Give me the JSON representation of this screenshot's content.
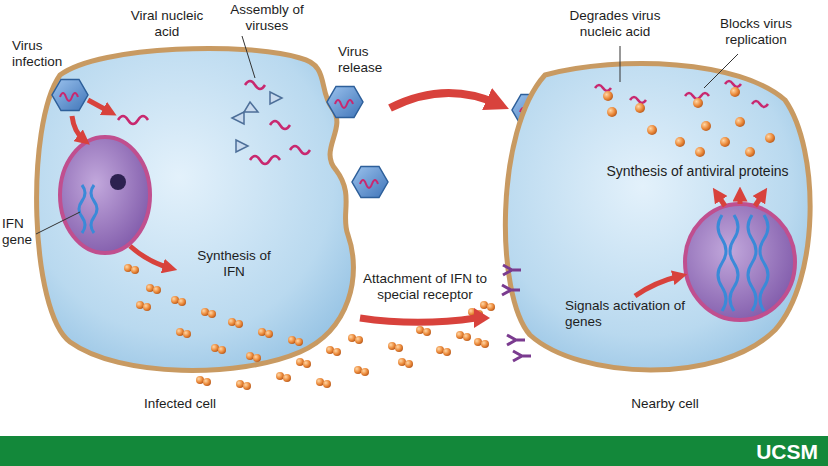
{
  "diagram": {
    "nodes": [
      {
        "text": [
          "Infected cell",
          "Viral nucleic acid",
          "Assembly of viruses",
          "Synthesis of IFN"
        ]
      },
      {
        "text": [
          "Nearby cell",
          "Degrades virus nucleic acid",
          "Blocks virus replication",
          "Synthesis of antiviral proteins",
          "Signals activation of genes"
        ]
      }
    ],
    "edges": [
      {
        "from": 0,
        "to": 1,
        "arrow": "to",
        "label": "Attachment of IFN to special receptor"
      }
    ],
    "labels": [
      "Virus infection",
      "Virus release",
      "IFN gene",
      "UCSM"
    ]
  }
}
